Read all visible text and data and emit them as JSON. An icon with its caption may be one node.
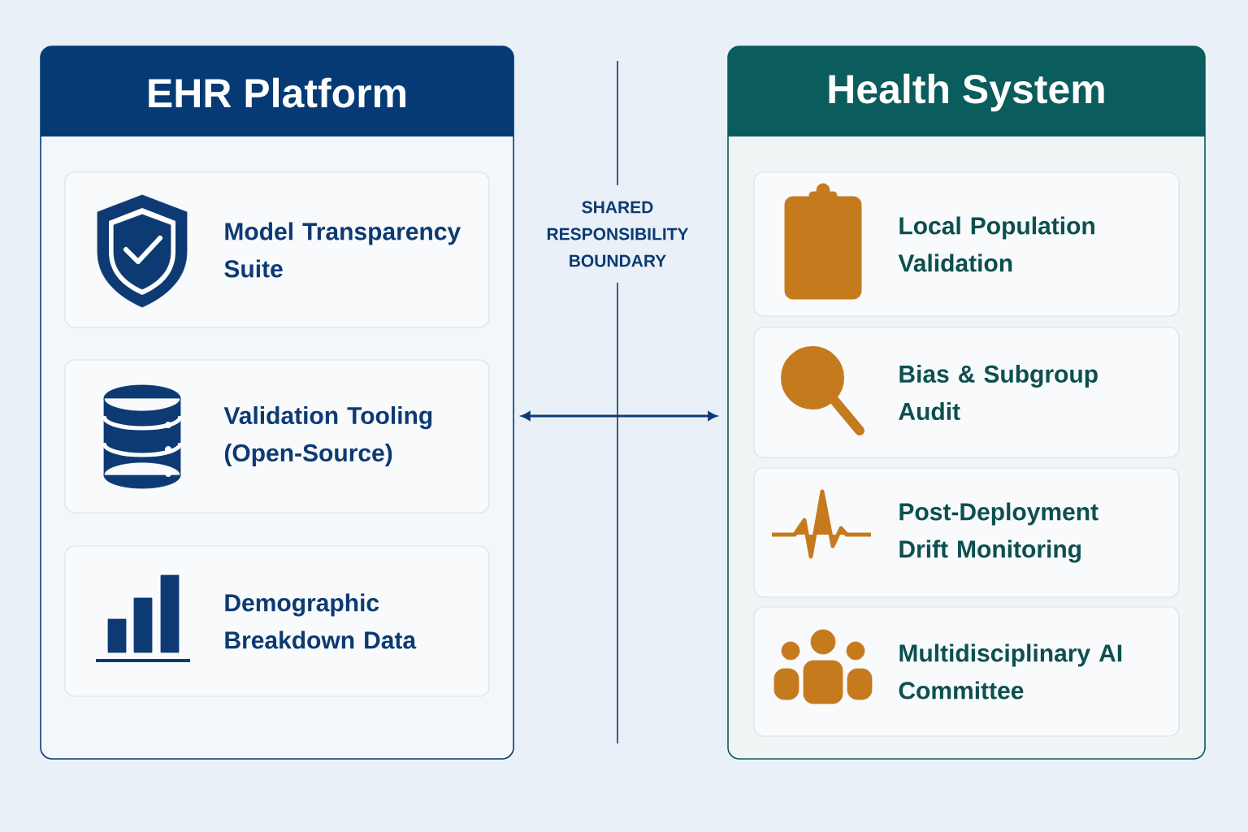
{
  "diagram": {
    "nodes": [
      {
        "text": [
          "EHR Platform"
        ]
      },
      {
        "text": [
          "Model Transparency Suite"
        ],
        "in": 0
      },
      {
        "text": [
          "Validation Tooling (Open-Source)"
        ],
        "in": 0
      },
      {
        "text": [
          "Demographic Breakdown Data"
        ],
        "in": 0
      },
      {
        "text": [
          "Health System"
        ]
      },
      {
        "text": [
          "Local Population Validation"
        ],
        "in": 4
      },
      {
        "text": [
          "Bias & Subgroup Audit"
        ],
        "in": 4
      },
      {
        "text": [
          "Post-Deployment Drift Monitoring"
        ],
        "in": 4
      },
      {
        "text": [
          "Multidisciplinary AI Committee"
        ],
        "in": 4
      }
    ],
    "edges": [
      {
        "from": 0,
        "to": 4,
        "arrow": "both"
      }
    ],
    "labels": [
      "SHARED RESPONSIBILITY BOUNDARY"
    ]
  }
}
